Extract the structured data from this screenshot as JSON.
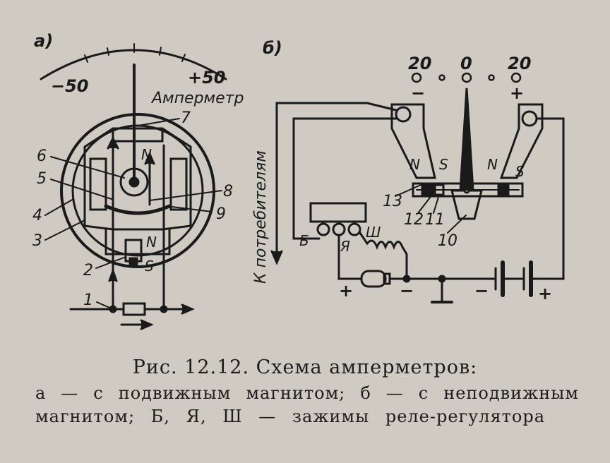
{
  "panel_a": {
    "marker": "а)",
    "scale_minus": "−50",
    "scale_plus": "+50",
    "meter_label": "Амперметр",
    "pole_n_top": "N",
    "pole_n_bottom": "N",
    "pole_s": "S",
    "callouts": [
      "1",
      "2",
      "3",
      "4",
      "5",
      "6",
      "7",
      "8",
      "9"
    ]
  },
  "panel_b": {
    "marker": "б)",
    "scale": [
      "20",
      "0",
      "20"
    ],
    "minus": "−",
    "plus": "+",
    "side_label": "К потребителям",
    "poles": [
      "N",
      "S",
      "N",
      "S"
    ],
    "terminals": [
      "Б",
      "Я",
      "Ш"
    ],
    "gen_plus": "+",
    "gen_minus": "−",
    "bat_minus": "−",
    "bat_plus": "+",
    "callouts": [
      "10",
      "11",
      "12",
      "13"
    ]
  },
  "caption": {
    "title": "Рис. 12.12. Схема амперметров:",
    "line2": "а — с подвижным магнитом; б — с неподвижным",
    "line3": "магнитом; Б, Я, Ш — зажимы реле-регулятора"
  }
}
